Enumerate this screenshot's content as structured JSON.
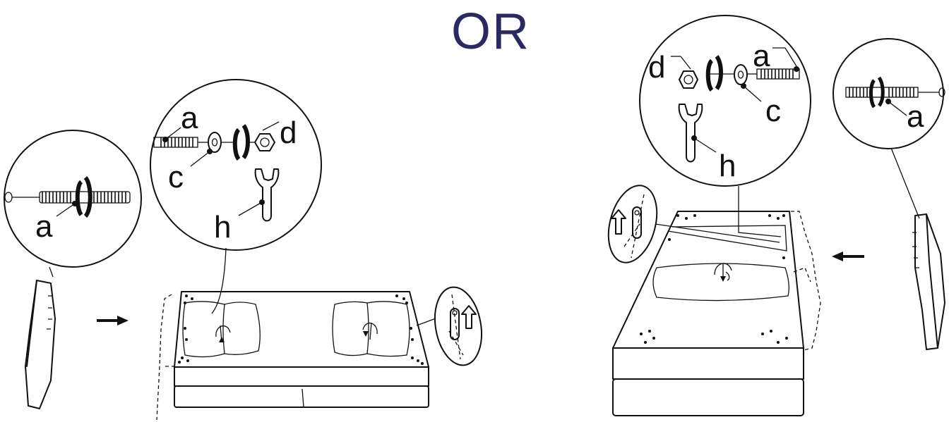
{
  "or_text": "OR",
  "colors": {
    "or_text": "#2a2a5e",
    "lines": "#111111",
    "background": "#ffffff"
  },
  "part_labels": {
    "threaded_rod": "a",
    "washer": "c",
    "nut": "d",
    "wrench": "h"
  },
  "icons": [
    "threaded-rod-icon",
    "lock-washer-icon",
    "washer-icon",
    "hex-nut-icon",
    "wrench-icon",
    "rotation-arrow-icon",
    "direction-arrow-icon"
  ]
}
